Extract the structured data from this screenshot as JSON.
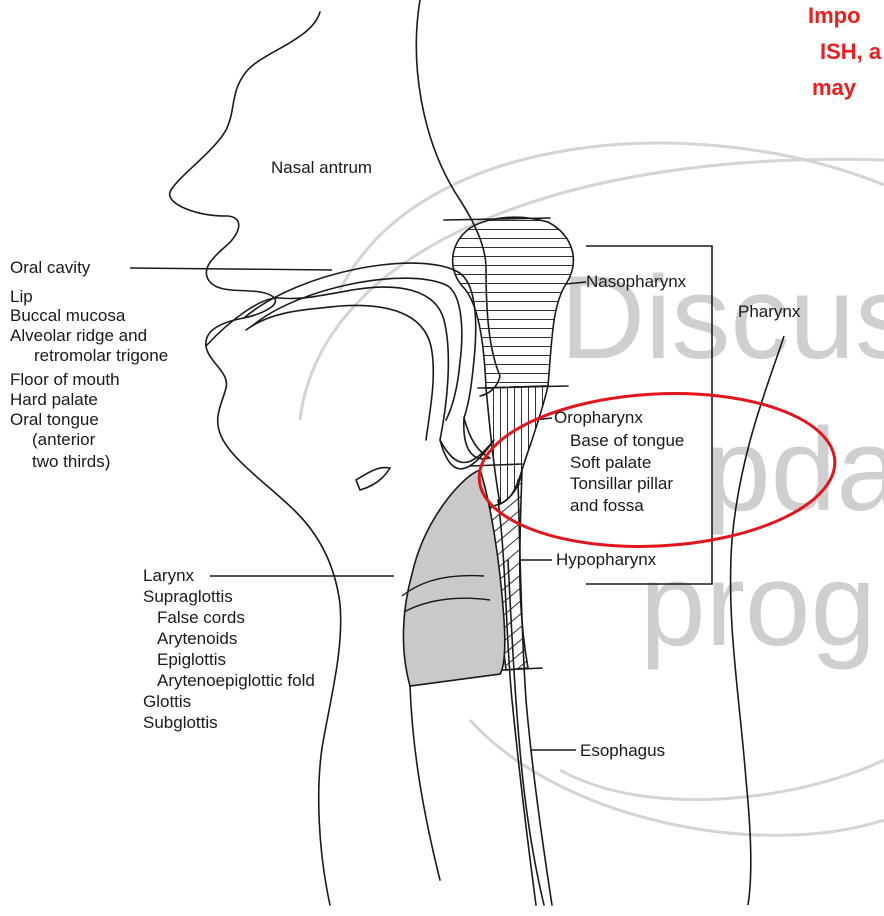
{
  "colors": {
    "line": "#1a1a1a",
    "highlight_ellipse": "#e3141b",
    "larynx_fill": "#c9c9c9",
    "note_text": "#ee1c1c",
    "watermark": "#cfcfcf"
  },
  "note": {
    "line1": "Impo",
    "line2": "ISH, a",
    "line3": "may"
  },
  "watermark": {
    "line1": "Discus",
    "line2": "pda",
    "line3": "progr"
  },
  "labels": {
    "nasal_antrum": "Nasal antrum",
    "oral_cavity": "Oral cavity",
    "lip": "Lip",
    "buccal_mucosa": "Buccal mucosa",
    "alveolar_ridge": "Alveolar ridge and",
    "retromolar_trigone": "retromolar trigone",
    "floor_of_mouth": "Floor of mouth",
    "hard_palate": "Hard palate",
    "oral_tongue": "Oral tongue",
    "anterior": "(anterior",
    "two_thirds": "two thirds)",
    "nasopharynx": "Nasopharynx",
    "pharynx": "Pharynx",
    "oropharynx": "Oropharynx",
    "base_of_tongue": "Base of tongue",
    "soft_palate": "Soft palate",
    "tonsillar_pillar": "Tonsillar pillar",
    "and_fossa": "and fossa",
    "hypopharynx": "Hypopharynx",
    "larynx": "Larynx",
    "supraglottis": "Supraglottis",
    "false_cords": "False cords",
    "arytenoids": "Arytenoids",
    "epiglottis": "Epiglottis",
    "arytenoepiglottic_fold": "Arytenoepiglottic fold",
    "glottis": "Glottis",
    "subglottis": "Subglottis",
    "esophagus": "Esophagus"
  }
}
